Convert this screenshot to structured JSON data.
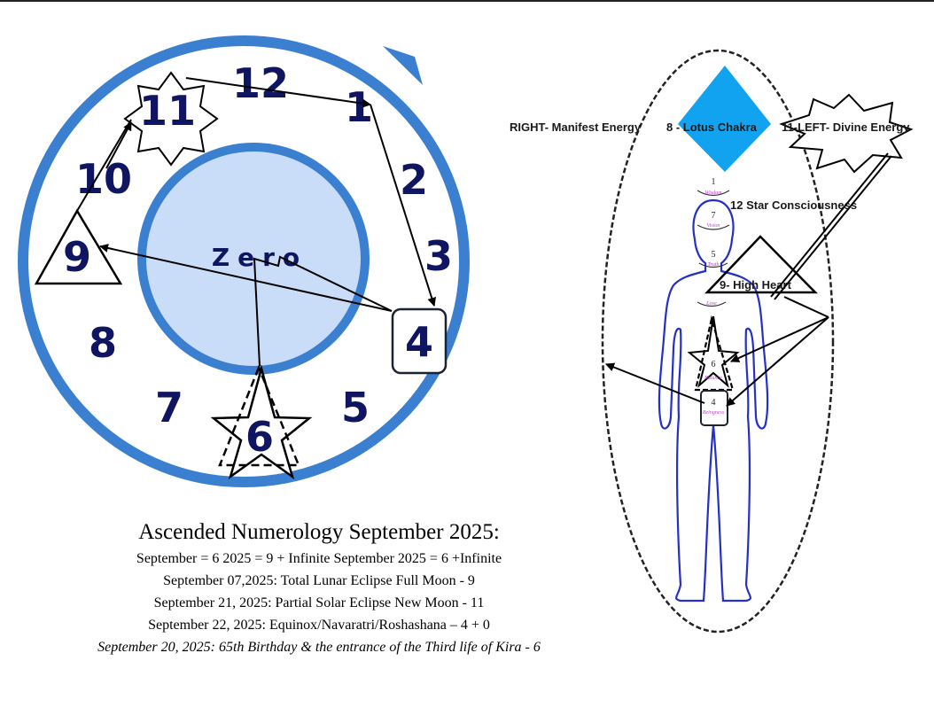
{
  "colors": {
    "ring": "#3a7fd0",
    "inner_fill": "#c9ddf8",
    "numbers": "#0f1560",
    "diamond": "#12a3f0",
    "body_outline": "#2430c8",
    "chakra_word": "#c23ad1"
  },
  "dial": {
    "center_label": "Zero",
    "numbers": [
      "1",
      "2",
      "3",
      "4",
      "5",
      "6",
      "7",
      "8",
      "9",
      "10",
      "11",
      "12"
    ],
    "icons": {
      "star_11": "eight-point-star-icon",
      "triangle_9": "triangle-icon",
      "box_4": "rounded-square-icon",
      "star_6": "double-star-icon",
      "arrow": "circular-arrow-icon"
    }
  },
  "body": {
    "labels": {
      "right": "RIGHT- Manifest Energy",
      "lotus": "8 - Lotus Chakra",
      "left": "11-LEFT- Divine Energy",
      "star": "12  Star Consciousness",
      "heart": "9- High Heart"
    },
    "chakras": [
      {
        "num": "1",
        "word": "Wisdom"
      },
      {
        "num": "7",
        "word": "Vision"
      },
      {
        "num": "5",
        "word": "Truth"
      },
      {
        "num": "",
        "word": "Love"
      },
      {
        "num": "6",
        "word": "Balance"
      },
      {
        "num": "4",
        "word": "Beingness"
      }
    ]
  },
  "caption": {
    "title": "Ascended Numerology September 2025:",
    "lines": [
      "September = 6     2025 = 9 + Infinite     September 2025 = 6 +Infinite",
      "September 07,2025: Total Lunar Eclipse Full Moon - 9",
      "September 21, 2025: Partial Solar Eclipse New Moon - 11",
      "September 22, 2025:  Equinox/Navaratri/Roshashana – 4 + 0",
      "September 20, 2025: 65th Birthday & the entrance of the Third life of Kira - 6"
    ]
  }
}
